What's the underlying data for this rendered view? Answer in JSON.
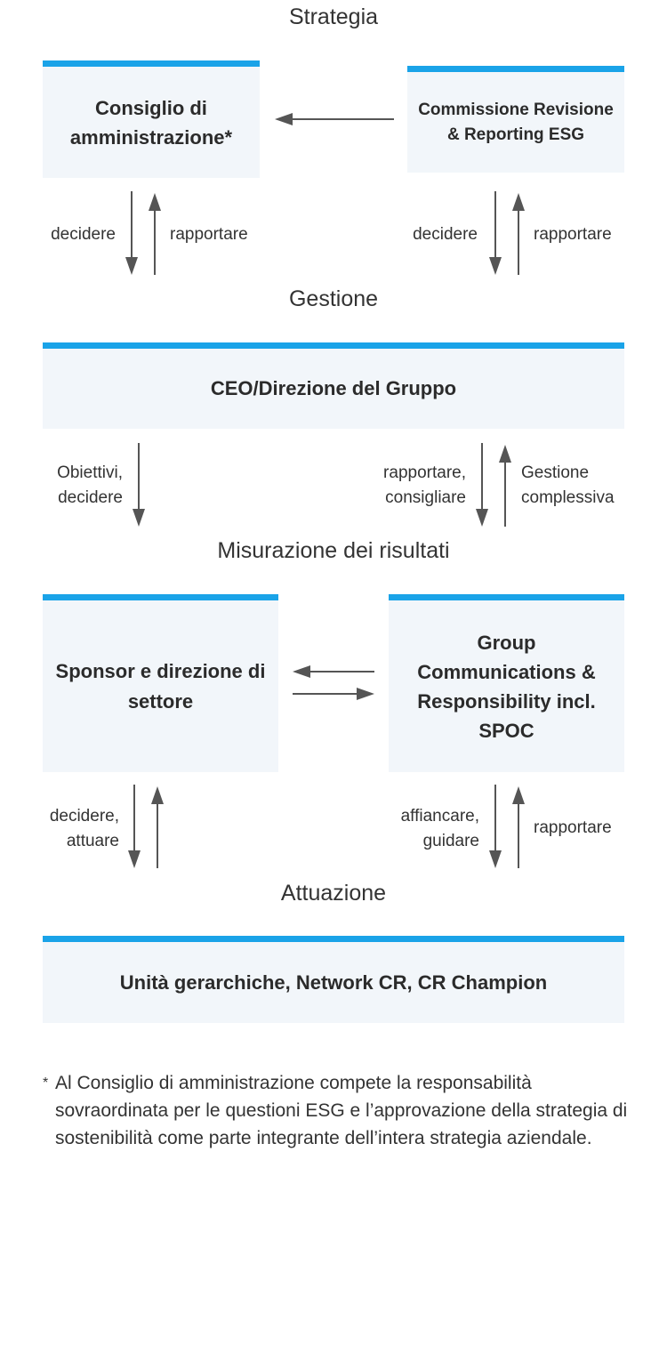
{
  "sections": {
    "strategia": "Strategia",
    "gestione": "Gestione",
    "misurazione": "Misurazione dei risultati",
    "attuazione": "Attuazione"
  },
  "boxes": {
    "consiglio": "Consiglio di amministrazione*",
    "commissione": "Commissione Revisione & Reporting ESG",
    "ceo": "CEO/Direzione del Gruppo",
    "sponsor": "Sponsor e direzione di settore",
    "group": "Group Communications & Responsibility incl. SPOC",
    "unita": "Unità gerarchiche, Network CR, CR Champion"
  },
  "labels": {
    "l1_left": "decidere",
    "l1_right": "rapportare",
    "l2_left": "decidere",
    "l2_right": "rapportare",
    "l3_left": "Obiettivi,\ndecidere",
    "l4_left": "rapportare,\nconsigliare",
    "l4_right": "Gestione\ncomplessiva",
    "l5_left": "decidere,\nattuare",
    "l6_left": "affiancare,\nguidare",
    "l6_right": "rapportare"
  },
  "footnote": {
    "marker": "*",
    "text": "Al Consiglio di amministrazione compete la responsabilità sovraordinata per le questioni ESG e l’approvazione della strategia di sostenibilità come parte integrante dell’intera strategia aziendale."
  },
  "colors": {
    "accent": "#1aa3e8",
    "box_fill": "#f2f6fa",
    "arrow": "#555555"
  }
}
